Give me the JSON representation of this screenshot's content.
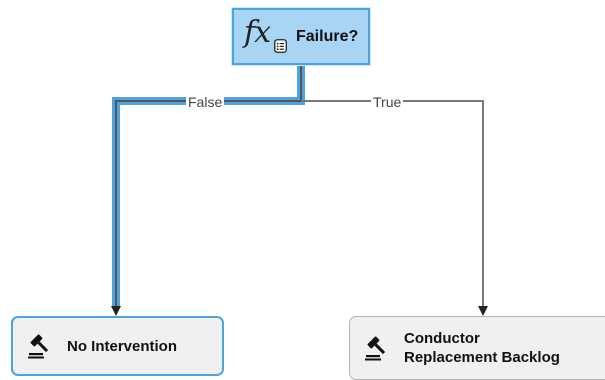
{
  "decision": {
    "icon": "function-fx-icon",
    "label": "Failure?"
  },
  "edges": {
    "false_label": "False",
    "true_label": "True"
  },
  "actions": [
    {
      "icon": "gavel-icon",
      "label": "No Intervention",
      "highlighted": true
    },
    {
      "icon": "gavel-icon",
      "label": "Conductor\nReplacement Backlog",
      "highlighted": false
    }
  ],
  "colors": {
    "highlight": "#4da3dc",
    "decision_fill": "#a8d5f4",
    "node_fill": "#f0f0f0",
    "edge": "#777777"
  }
}
